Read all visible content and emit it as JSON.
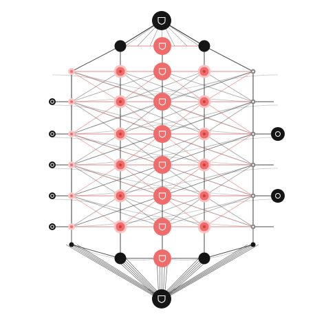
{
  "diagram": {
    "type": "network-graph",
    "palette": {
      "background": "#ffffff",
      "accent": "#f26b6b",
      "accent_soft": "#f7c4c4",
      "dark": "#151515",
      "gray": "#8a8a8a",
      "edge_dark": "#2b2b2b",
      "edge_light": "#b5b5b5",
      "edge_red": "#e06060"
    },
    "node_icons": {
      "hub": "shield-icon",
      "central": "shield-icon"
    },
    "groups": {
      "top_hub": 1,
      "bottom_hub": 1,
      "central_column": 8,
      "inner_columns": 2,
      "outer_columns": 2,
      "side_terminals": 7
    }
  }
}
